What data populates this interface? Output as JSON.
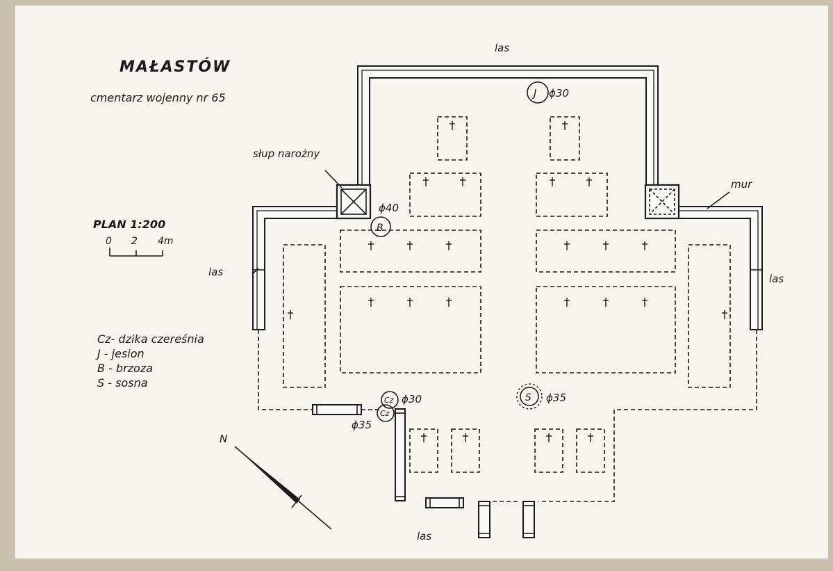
{
  "title": "MAŁASTÓW",
  "subtitle": "cmentarz wojenny nr 65",
  "labels": {
    "las_top": "las",
    "las_left": "las",
    "las_right": "las",
    "las_bottom": "las",
    "corner_post": "słup narożny",
    "wall": "mur",
    "north": "N"
  },
  "scale": {
    "title": "PLAN 1:200",
    "ticks": [
      "0",
      "2",
      "4m"
    ]
  },
  "legend": [
    "Cz- dzika czereśnia",
    "J  - jesion",
    "B  - brzoza",
    "S  - sosna"
  ],
  "trees": [
    {
      "code": "J",
      "diameter": "ϕ30"
    },
    {
      "code": "B",
      "diameter": "ϕ40"
    },
    {
      "code": "Cz",
      "diameter": "ϕ30"
    },
    {
      "code": "Cz",
      "diameter": "ϕ35"
    },
    {
      "code": "S",
      "diameter": "ϕ35"
    }
  ]
}
